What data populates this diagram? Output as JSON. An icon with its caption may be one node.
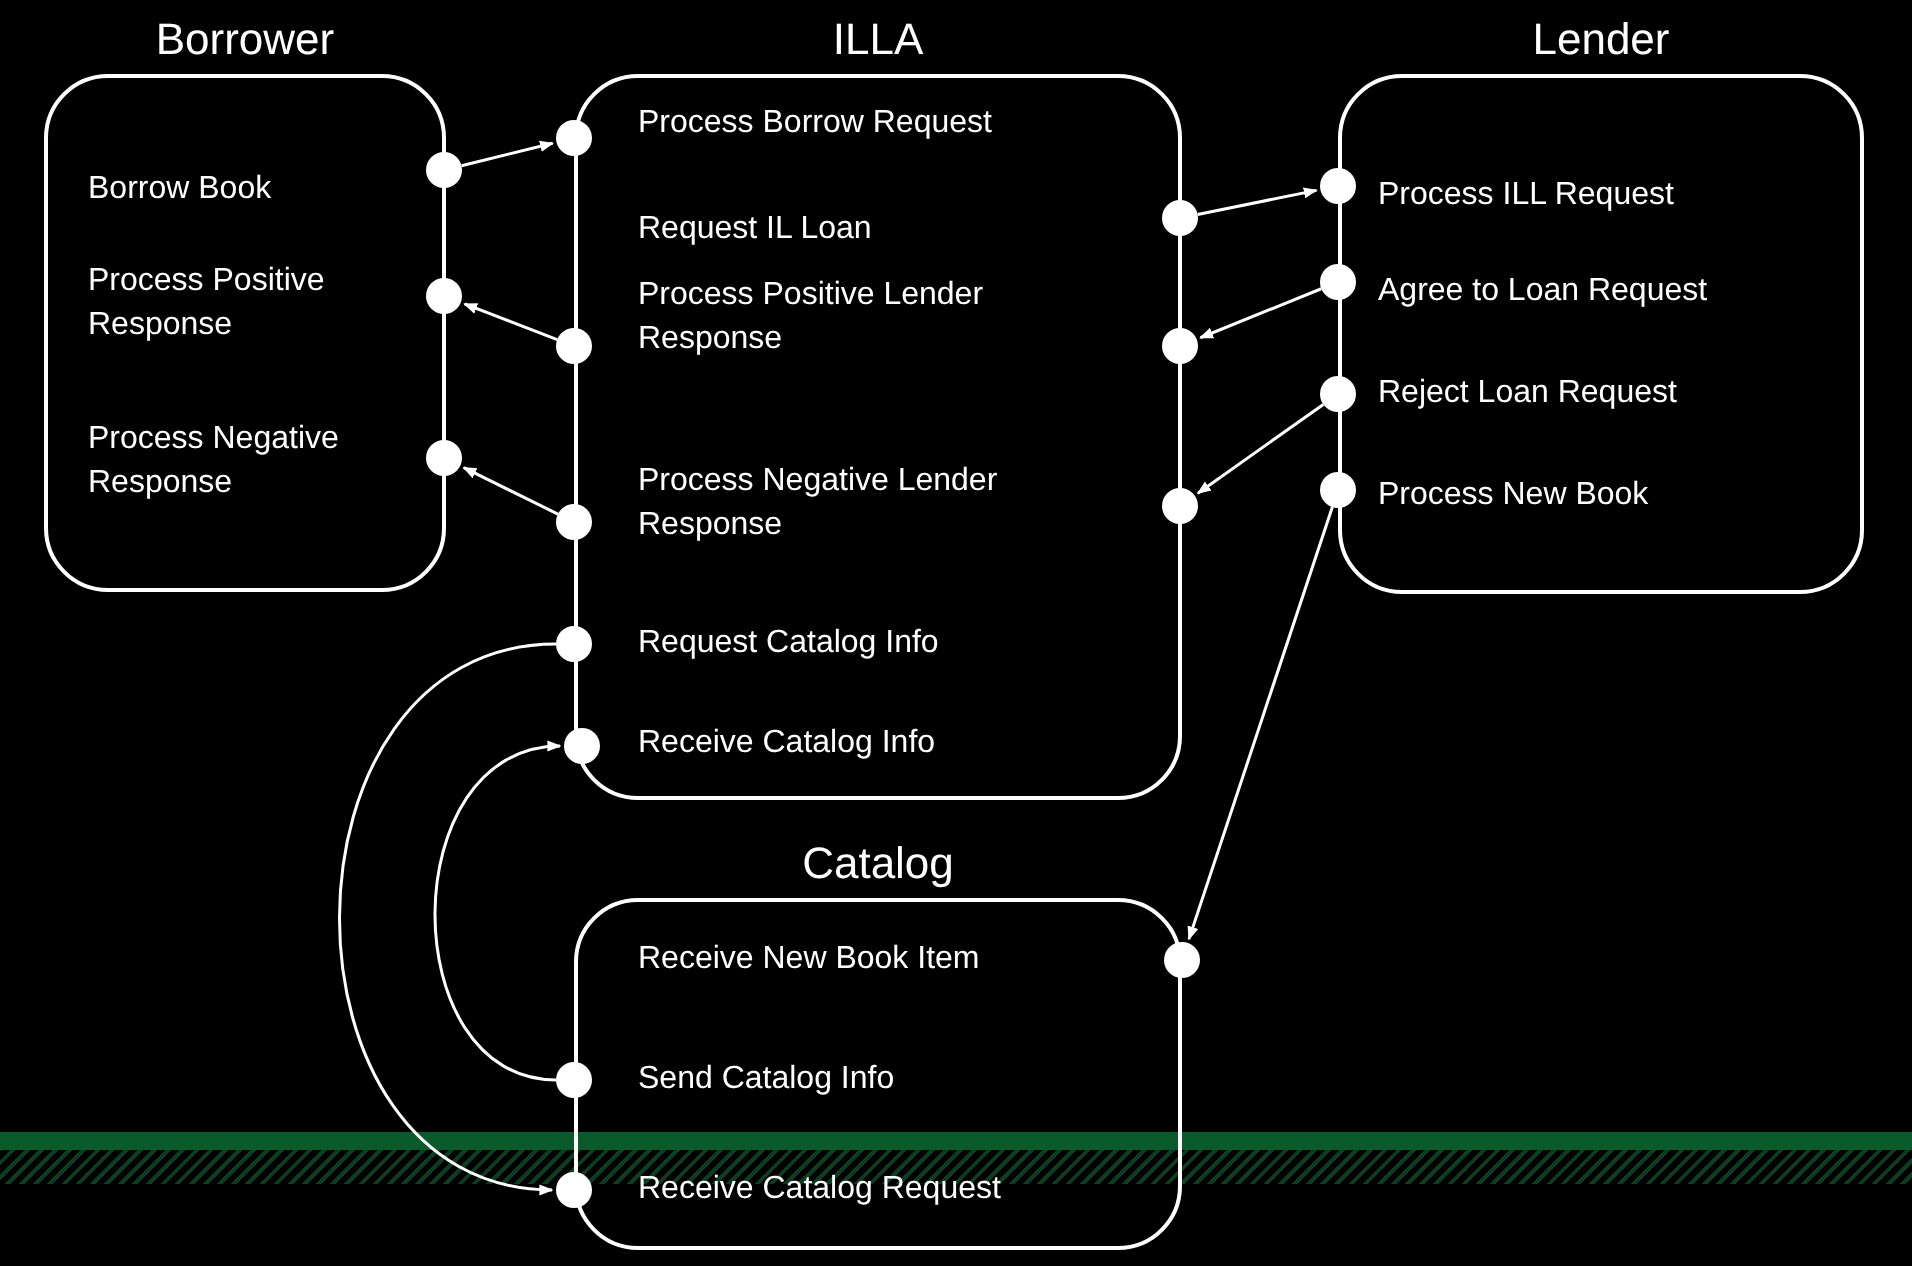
{
  "diagram": {
    "nodes": [
      {
        "text": [
          "Borrower",
          "Borrow Book",
          "Process Positive Response",
          "Process Negative Response"
        ]
      },
      {
        "text": [
          "ILLA",
          "Process Borrow Request",
          "Request IL Loan",
          "Process Positive Lender Response",
          "Process Negative Lender Response",
          "Request Catalog Info",
          "Receive Catalog Info"
        ]
      },
      {
        "text": [
          "Lender",
          "Process ILL Request",
          "Agree to Loan Request",
          "Reject Loan Request",
          "Process New Book"
        ]
      },
      {
        "text": [
          "Catalog",
          "Receive New Book Item",
          "Send Catalog Info",
          "Receive Catalog Request"
        ]
      },
      {
        "text": [],
        "shape": "circle"
      },
      {
        "text": [],
        "shape": "circle"
      },
      {
        "text": [],
        "shape": "circle"
      },
      {
        "text": [],
        "shape": "circle"
      },
      {
        "text": [],
        "shape": "circle"
      },
      {
        "text": [],
        "shape": "circle"
      },
      {
        "text": [],
        "shape": "circle"
      },
      {
        "text": [],
        "shape": "circle"
      },
      {
        "text": [],
        "shape": "circle"
      },
      {
        "text": [],
        "shape": "circle"
      },
      {
        "text": [],
        "shape": "circle"
      },
      {
        "text": [],
        "shape": "circle"
      },
      {
        "text": [],
        "shape": "circle"
      },
      {
        "text": [],
        "shape": "circle"
      },
      {
        "text": [],
        "shape": "circle"
      },
      {
        "text": [],
        "shape": "circle"
      },
      {
        "text": [],
        "shape": "circle"
      },
      {
        "text": [],
        "shape": "circle"
      }
    ],
    "edges": [
      {
        "from": 4,
        "to": 7,
        "arrow": "to"
      },
      {
        "from": 8,
        "to": 5,
        "arrow": "to"
      },
      {
        "from": 9,
        "to": 6,
        "arrow": "to"
      },
      {
        "from": 12,
        "to": 15,
        "arrow": "to"
      },
      {
        "from": 16,
        "to": 13,
        "arrow": "to"
      },
      {
        "from": 17,
        "to": 14,
        "arrow": "to"
      },
      {
        "from": 18,
        "to": 19,
        "arrow": "to"
      },
      {
        "from": 10,
        "to": 21,
        "arrow": "to"
      },
      {
        "from": 20,
        "to": 11,
        "arrow": "to"
      }
    ]
  }
}
